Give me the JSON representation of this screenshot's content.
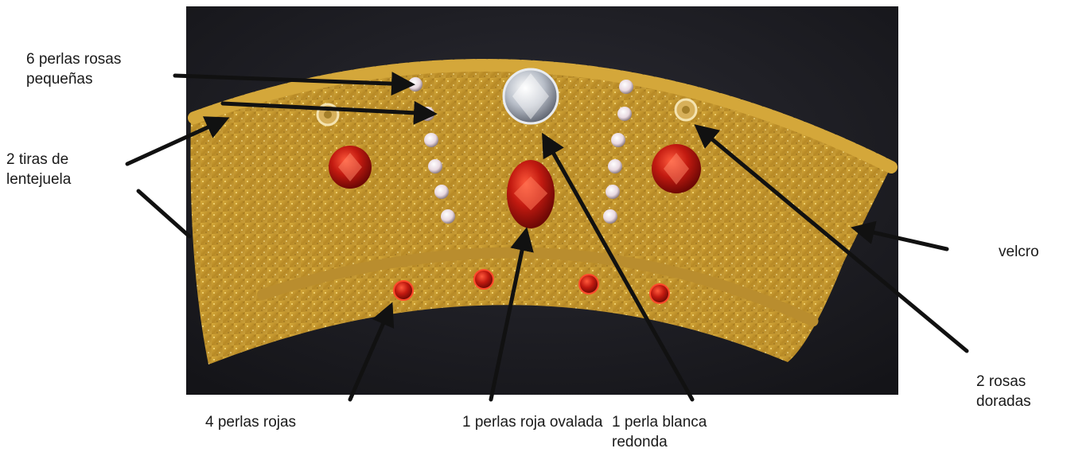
{
  "colors": {
    "background": "#ffffff",
    "backdrop": "#1c1c22",
    "gold": "#c79a2a",
    "gold_highlight": "#f3d36b",
    "sequin": "#b98d2e",
    "red_gem": "#b3140f",
    "clear_gem": "#d9dde4",
    "arrow": "#111111",
    "text": "#1a1a1a"
  },
  "labels": {
    "pink_pearls": "6 perlas rosas pequeñas",
    "sequin_strips": "2 tiras de lentejuela",
    "velcro": "velcro",
    "gold_roses": "2 rosas doradas",
    "red_pearls": "4 perlas rojas",
    "oval_red_pearl": "1 perlas roja ovalada",
    "round_white_pearl": "1 perla blanca redonda"
  },
  "icons": {
    "arrow": "arrow-icon",
    "round_gem": "round-gem-icon",
    "oval_gem": "oval-gem-icon",
    "rose": "gold-rose-icon"
  }
}
